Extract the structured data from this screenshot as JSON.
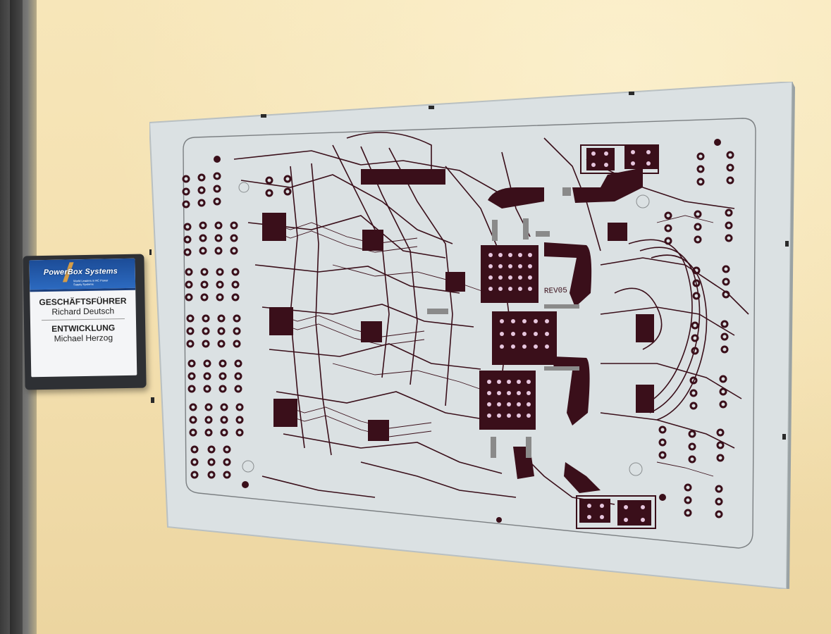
{
  "scene": {
    "wall_color": "#f5e1b0",
    "door_frame_color": "#4b4b4b"
  },
  "name_plate": {
    "logo_text": "PowerBox Systems",
    "logo_tagline": "World Leaders in RC Power Supply Systems",
    "brand_color": "#2a5fb4",
    "roles": [
      {
        "title": "GESCHÄFTSFÜHRER",
        "name": "Richard Deutsch"
      },
      {
        "title": "ENTWICKLUNG",
        "name": "Michael Herzog"
      }
    ]
  },
  "poster": {
    "board_label": "REV05",
    "trace_color": "#3a0f1a",
    "board_color": "#dfe4e6"
  }
}
